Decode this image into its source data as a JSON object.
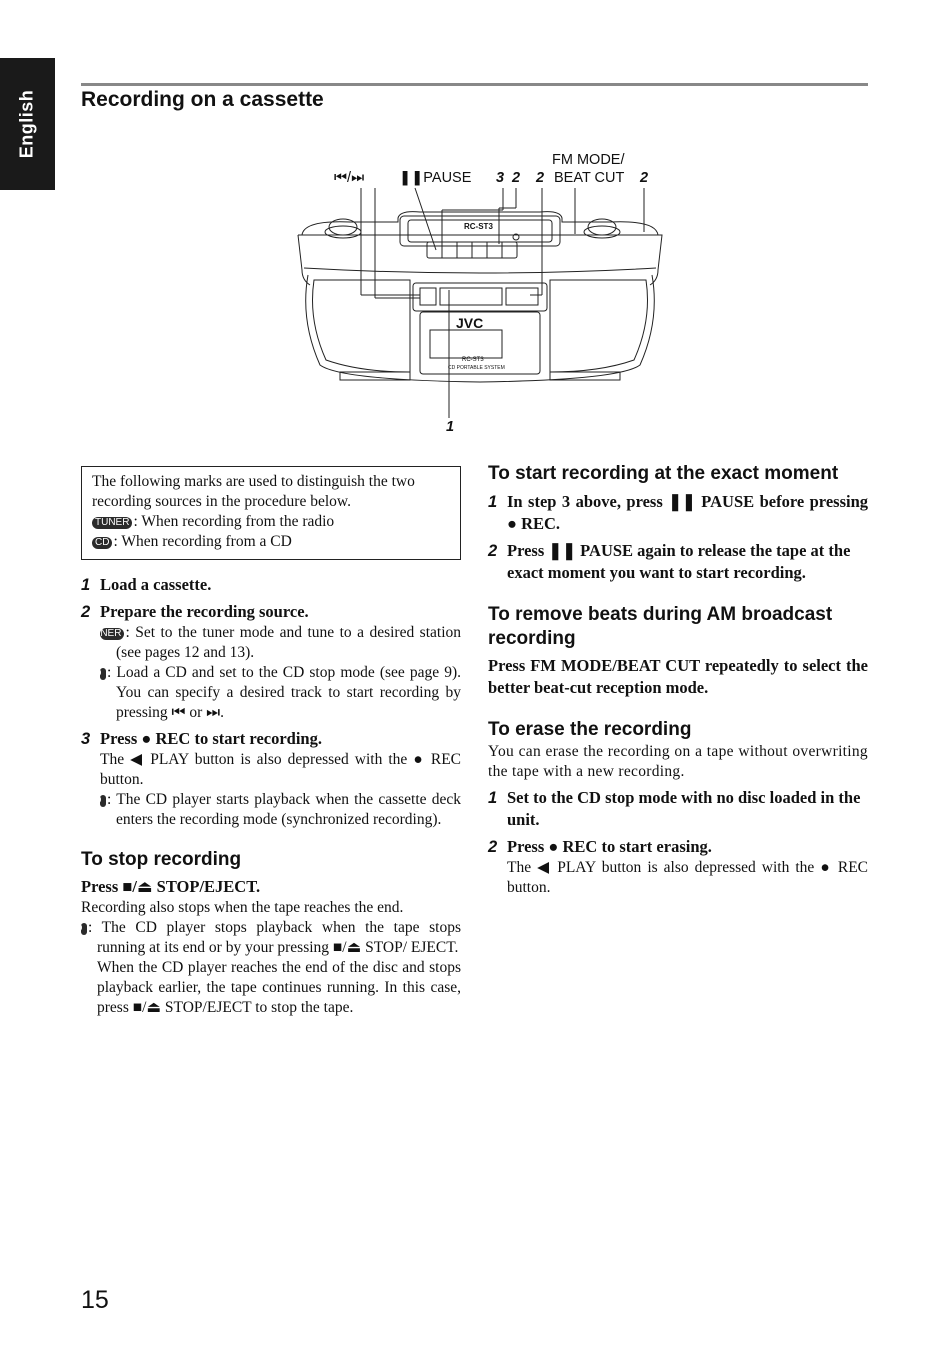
{
  "side_tab": "English",
  "title": "Recording on a cassette",
  "diagram": {
    "callout_skip": "⏮/⏭",
    "callout_pause": "❚❚PAUSE",
    "callout_3": "3",
    "callout_2a": "2",
    "callout_2b": "2",
    "fm_mode": "FM MODE/",
    "beat_cut": "BEAT CUT",
    "callout_2c": "2",
    "callout_1": "1",
    "brand": "JVC",
    "model_top": "RC-ST3",
    "model": "RC-ST3",
    "model_sub": "CD PORTABLE SYSTEM"
  },
  "marks_box": {
    "intro": "The following marks are used to distinguish the two recording sources in the procedure below.",
    "tuner_badge": "TUNER",
    "tuner_text": ": When recording from the radio",
    "cd_badge": "CD",
    "cd_text": ": When recording from a CD"
  },
  "steps_left": {
    "s1_num": "1",
    "s1_text": "Load a cassette.",
    "s2_num": "2",
    "s2_text": "Prepare the recording source.",
    "s2_tuner_badge": "TUNER",
    "s2_tuner_text": ": Set to the tuner mode and tune to a desired station (see pages 12 and 13).",
    "s2_cd_badge": "CD",
    "s2_cd_text": ": Load a CD and set to the CD stop mode (see page 9). You can specify a desired track to start recording by pressing ⏮ or ⏭.",
    "s3_num": "3",
    "s3_text": "Press ● REC to start recording.",
    "s3_body": "The ◀ PLAY button is also depressed with the ● REC button.",
    "s3_cd_badge": "CD",
    "s3_cd_text": ": The CD player starts playback when the cassette deck enters the recording mode (synchronized recording)."
  },
  "stop_section": {
    "heading": "To stop recording",
    "bold": "Press ■/⏏ STOP/EJECT.",
    "body1": "Recording also stops when the tape reaches the end.",
    "cd_badge": "CD",
    "cd_text": ": The CD player stops playback when the tape stops running at its end or by your pressing ■/⏏ STOP/ EJECT.",
    "body2": "When the CD player reaches the end of the disc and stops playback earlier, the tape continues running. In this case, press ■/⏏ STOP/EJECT to stop the tape."
  },
  "exact_section": {
    "heading": "To start recording at the exact moment",
    "s1_num": "1",
    "s1_text": "In step 3 above, press ❚❚ PAUSE before pressing ● REC.",
    "s2_num": "2",
    "s2_text": "Press ❚❚ PAUSE again to release the tape at the exact moment you want to start recording."
  },
  "beats_section": {
    "heading": "To remove beats during AM broadcast recording",
    "bold": "Press FM MODE/BEAT CUT repeatedly to select the better beat-cut reception mode."
  },
  "erase_section": {
    "heading": "To erase the recording",
    "body": "You can erase the recording on a tape without overwriting the tape with a new recording.",
    "s1_num": "1",
    "s1_text": "Set to the CD stop mode with no disc loaded in the unit.",
    "s2_num": "2",
    "s2_text": "Press ● REC to start erasing.",
    "s2_body": "The ◀ PLAY button is also depressed with the ● REC button."
  },
  "page_number": "15"
}
